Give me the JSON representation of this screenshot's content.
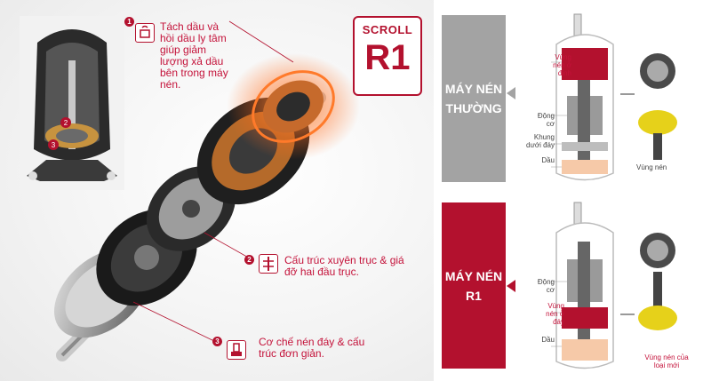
{
  "callouts": [
    {
      "num": "1",
      "text": "Tách dầu và hồi dầu ly tâm giúp giảm lượng xả dầu bên trong máy nén."
    },
    {
      "num": "2",
      "text": "Cấu trúc xuyên trục & giá đỡ hai đầu trục."
    },
    {
      "num": "3",
      "text": "Cơ chế nén đáy & cấu trúc đơn giản."
    }
  ],
  "badge": {
    "line1": "SCROLL",
    "line2": "R1"
  },
  "comparison": {
    "regular": {
      "label": "MÁY NÉN THƯỜNG",
      "color": "#a3a3a3",
      "labels": {
        "top": "Vùng nén ở đỉnh",
        "motor": "Động cơ",
        "frame": "Khung dưới đáy",
        "oil": "Dầu",
        "side": "Vùng nén"
      }
    },
    "r1": {
      "label": "MÁY NÉN R1",
      "color": "#b3112e",
      "labels": {
        "motor": "Động cơ",
        "bottom": "Vùng nén ở đáy",
        "oil": "Dầu",
        "side": "Vùng nén của loại mới"
      }
    }
  },
  "colors": {
    "accent": "#b3112e",
    "gray": "#a3a3a3",
    "oil": "#f6c9a8",
    "compress": "#b3112e"
  }
}
